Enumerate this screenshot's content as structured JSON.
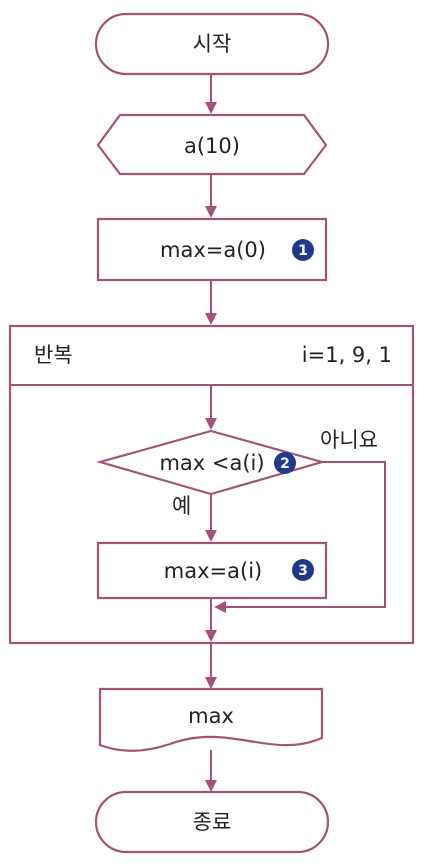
{
  "flowchart": {
    "start": {
      "label": "시작"
    },
    "input": {
      "label": "a(10)"
    },
    "init": {
      "label": "max=a(0)",
      "step": "1"
    },
    "loop": {
      "label": "반복",
      "range": "i=1, 9, 1"
    },
    "decision": {
      "label": "max <a(i)",
      "step": "2",
      "yes": "예",
      "no": "아니요"
    },
    "assign": {
      "label": "max=a(i)",
      "step": "3"
    },
    "output": {
      "label": "max"
    },
    "end": {
      "label": "종료"
    }
  },
  "colors": {
    "stroke": "#a4527a",
    "badge": "#1f3a8a",
    "text": "#222222"
  }
}
